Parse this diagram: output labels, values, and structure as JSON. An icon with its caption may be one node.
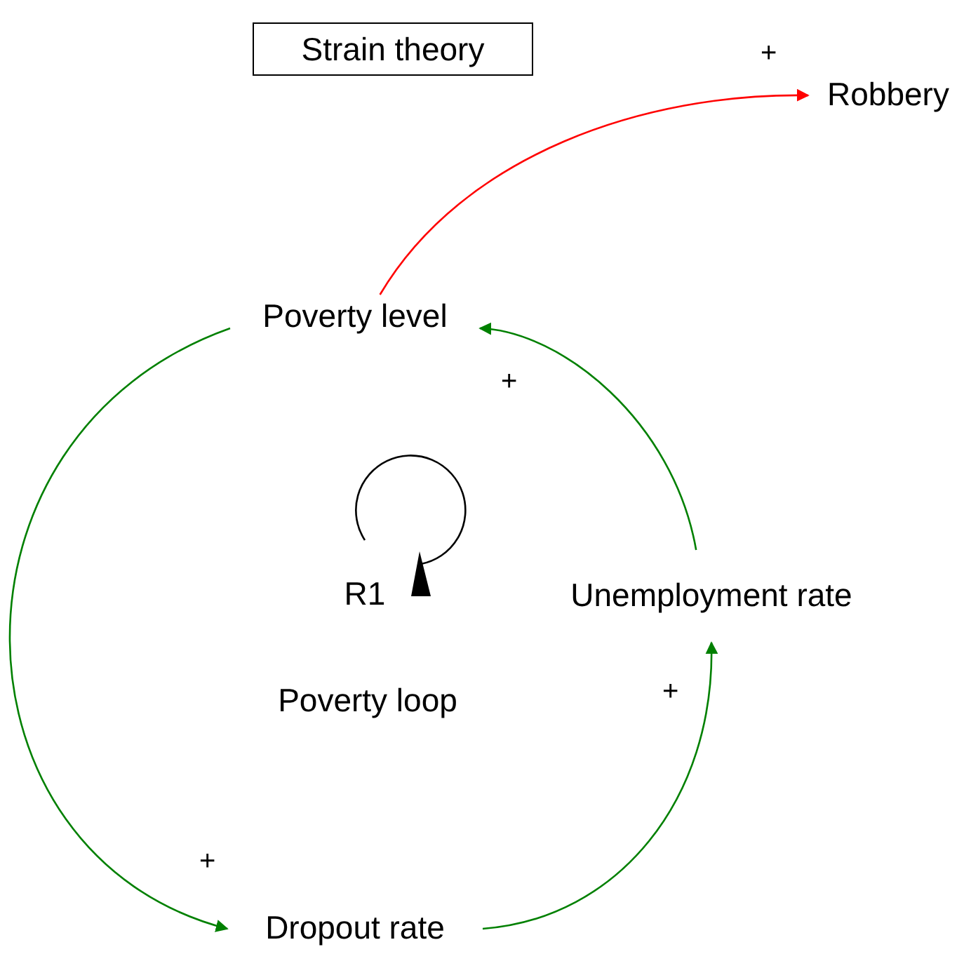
{
  "diagram": {
    "title": "Strain theory",
    "nodes": [
      {
        "text": [
          "Robbery"
        ]
      },
      {
        "text": [
          "Poverty level"
        ]
      },
      {
        "text": [
          "Unemployment rate"
        ]
      },
      {
        "text": [
          "Dropout rate"
        ]
      }
    ],
    "edges": [
      {
        "from": 1,
        "to": 0,
        "arrow": "to",
        "label": "+",
        "color": "#ff0000"
      },
      {
        "from": 2,
        "to": 1,
        "arrow": "to",
        "label": "+"
      },
      {
        "from": 3,
        "to": 2,
        "arrow": "to",
        "label": "+"
      },
      {
        "from": 1,
        "to": 3,
        "arrow": "to",
        "label": "+"
      }
    ],
    "labels": [
      "R1",
      "Poverty loop"
    ]
  }
}
